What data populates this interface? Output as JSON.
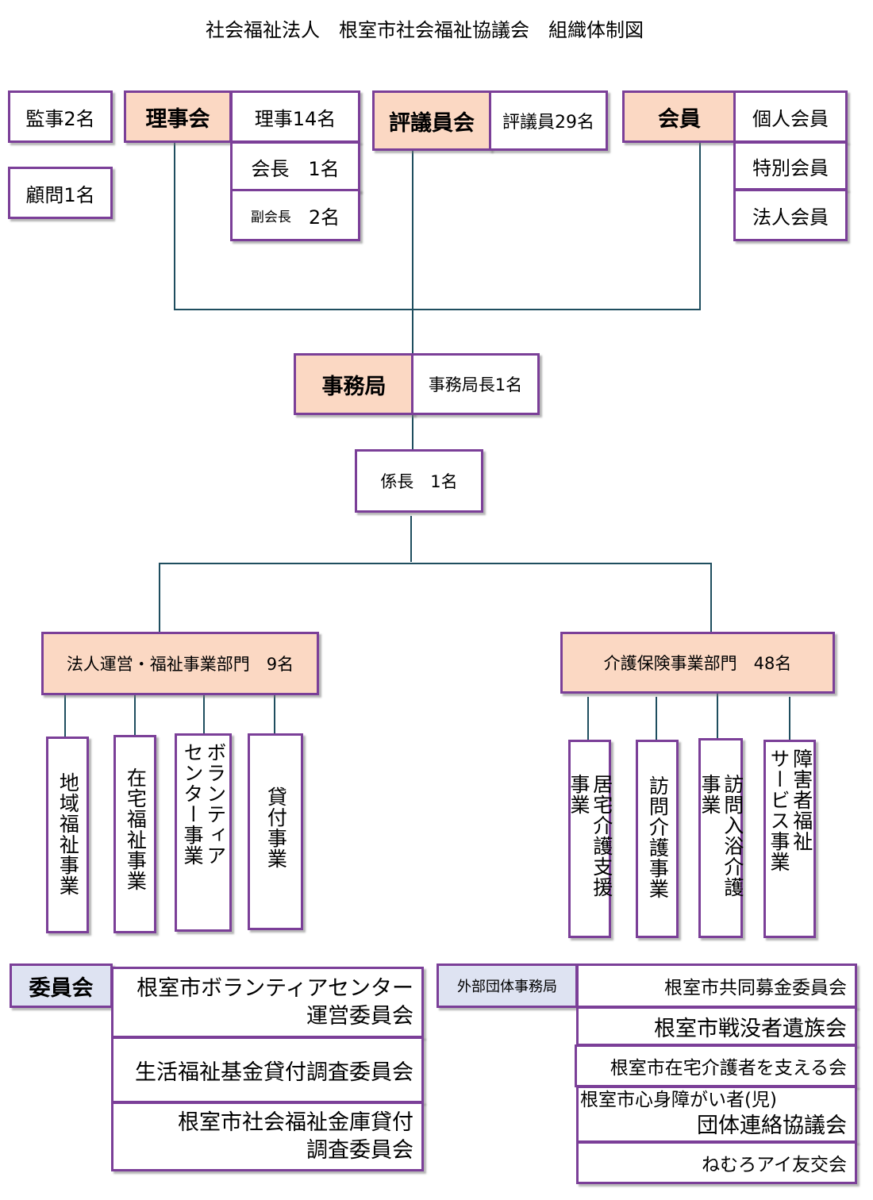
{
  "title": "社会福祉法人　根室市社会福祉協議会　組織体制図",
  "auditor": "監事2名",
  "advisor": "顧問1名",
  "board": {
    "label": "理事会",
    "directors": "理事14名",
    "chair": "会長　1名",
    "vice_prefix": "副会長",
    "vice_count": "2名"
  },
  "council": {
    "label": "評議員会",
    "members": "評議員29名"
  },
  "membership": {
    "label": "会員",
    "types": [
      "個人会員",
      "特別会員",
      "法人会員"
    ]
  },
  "secretariat": {
    "label": "事務局",
    "head": "事務局長1名"
  },
  "chief": "係長　1名",
  "departments": [
    {
      "label": "法人運営・福祉事業部門　9名",
      "units": [
        "地域福祉事業",
        "在宅福祉事業",
        "ボランティア\nセンター事業",
        "貸付事業"
      ]
    },
    {
      "label": "介護保険事業部門　48名",
      "units": [
        "居宅介護支援\n事業",
        "訪問介護事業",
        "訪問入浴介護\n事業",
        "障害者福祉\nサービス事業"
      ]
    }
  ],
  "committees": {
    "label": "委員会",
    "items": [
      [
        "根室市ボランティアセンター",
        "運営委員会"
      ],
      [
        "生活福祉基金貸付調査委員会"
      ],
      [
        "根室市社会福祉金庫貸付",
        "調査委員会"
      ]
    ]
  },
  "external": {
    "label": "外部団体事務局",
    "items": [
      [
        "根室市共同募金委員会"
      ],
      [
        "根室市戦没者遺族会"
      ],
      [
        "根室市在宅介護者を支える会"
      ],
      [
        "根室市心身障がい者(児)",
        "団体連絡協議会"
      ],
      [
        "ねむろアイ友交会"
      ]
    ]
  },
  "colors": {
    "border": "#7b3f98",
    "header_fill": "#fbd8c3",
    "label_fill": "#dee3f2",
    "line": "#1f4e5f"
  }
}
